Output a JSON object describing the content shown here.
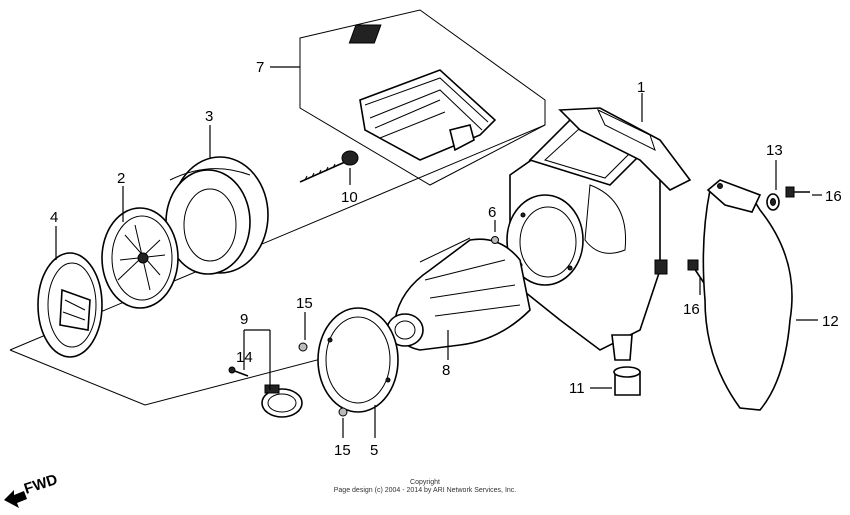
{
  "callouts": [
    "1",
    "2",
    "3",
    "4",
    "5",
    "6",
    "7",
    "8",
    "9",
    "10",
    "11",
    "12",
    "13",
    "14",
    "15",
    "15",
    "16",
    "16"
  ],
  "fwd_label": "FWD",
  "copyright": {
    "line1": "Copyright",
    "line2": "Page design (c) 2004 - 2014 by ARI Network Services, Inc."
  }
}
